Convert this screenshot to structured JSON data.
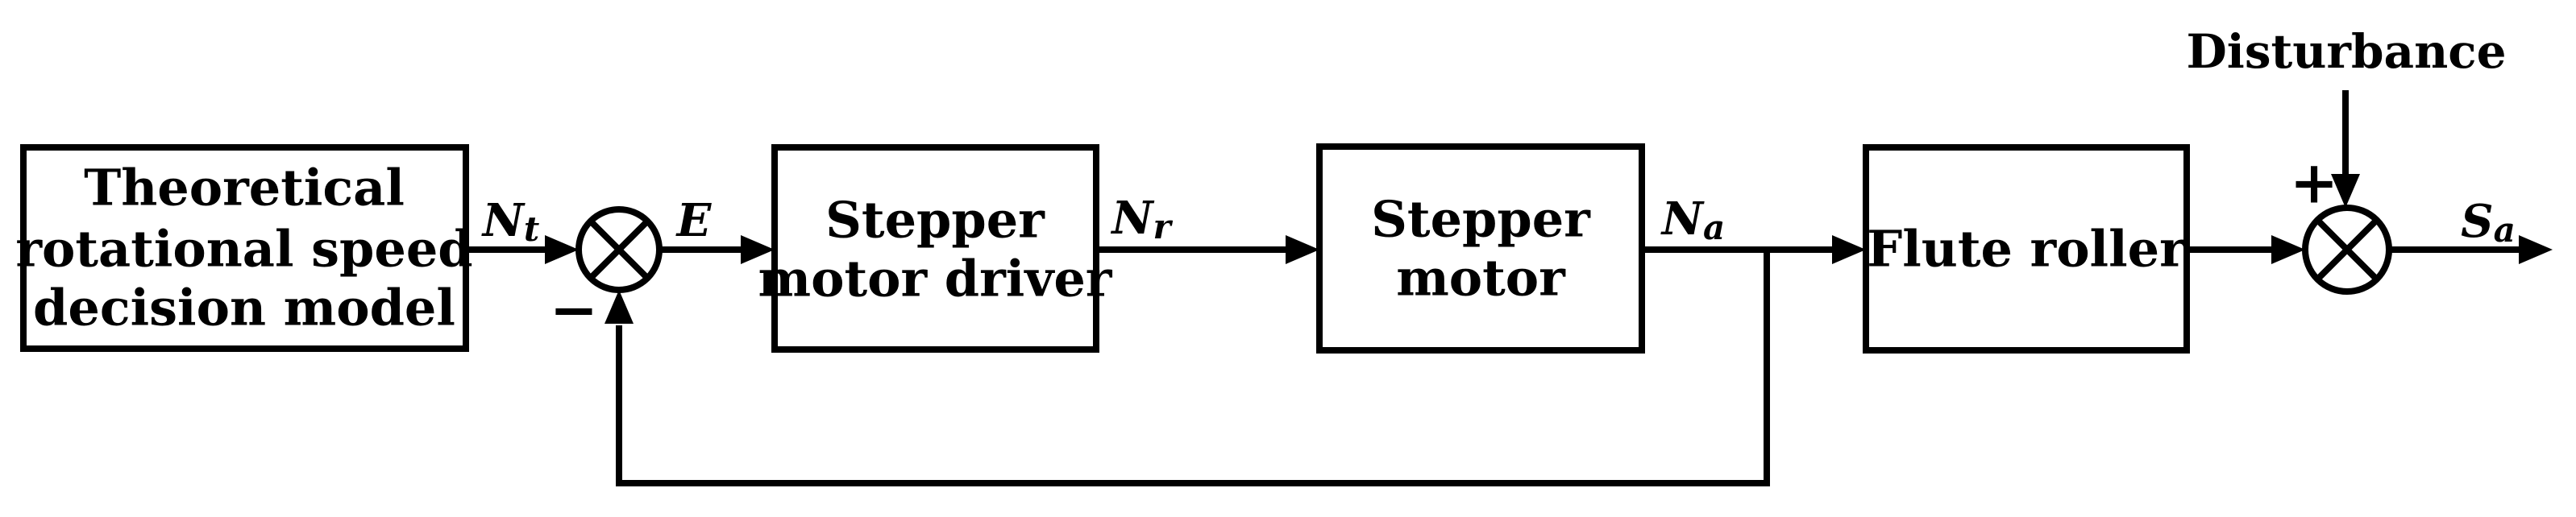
{
  "figure": {
    "type": "control-system-block-diagram",
    "colors": {
      "ink": "#000000",
      "background": "#ffffff"
    },
    "blocks": {
      "decision_model": {
        "lines": [
          "Theoretical",
          "rotational speed",
          "decision model"
        ]
      },
      "stepper_motor_driver": {
        "lines": [
          "Stepper",
          "motor driver"
        ]
      },
      "stepper_motor": {
        "lines": [
          "Stepper",
          "motor"
        ]
      },
      "flute_roller": {
        "lines": [
          "Flute roller"
        ]
      }
    },
    "signals": {
      "nt": {
        "main": "N",
        "sub": "t"
      },
      "e": {
        "main": "E",
        "sub": ""
      },
      "nr": {
        "main": "N",
        "sub": "r"
      },
      "na": {
        "main": "N",
        "sub": "a"
      },
      "sa": {
        "main": "S",
        "sub": "a"
      }
    },
    "disturbance_label": "Disturbance",
    "plus_sign": "+",
    "minus_sign": "−"
  }
}
